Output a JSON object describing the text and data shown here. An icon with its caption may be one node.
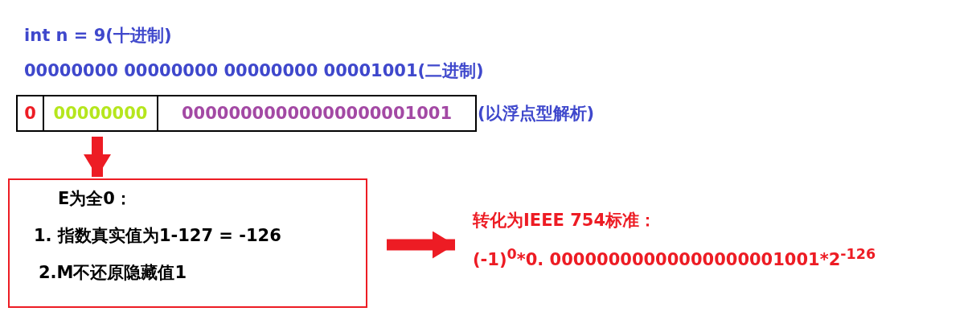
{
  "diagram": {
    "nodes": [
      {
        "text": [
          "0"
        ]
      },
      {
        "text": [
          "00000000"
        ]
      },
      {
        "text": [
          "00000000000000000001001"
        ],
        "beside": [
          "(以浮点型解析)"
        ]
      },
      {
        "text": [
          "E为全0：",
          "1. 指数真实值为1-127 = -126",
          "2.M不还原隐藏值1"
        ]
      },
      {
        "text": [
          "转化为IEEE 754标准：",
          "(-1)$^{0}$*0. 00000000000000000001001*2$^{-126}$"
        ]
      }
    ],
    "edges": [
      {
        "from": 1,
        "to": 3,
        "arrow": "to"
      },
      {
        "from": 3,
        "to": 4,
        "arrow": "to"
      }
    ],
    "labels": [
      "int n = 9(十进制)",
      "00000000 00000000 00000000 00001001(二进制)"
    ]
  }
}
